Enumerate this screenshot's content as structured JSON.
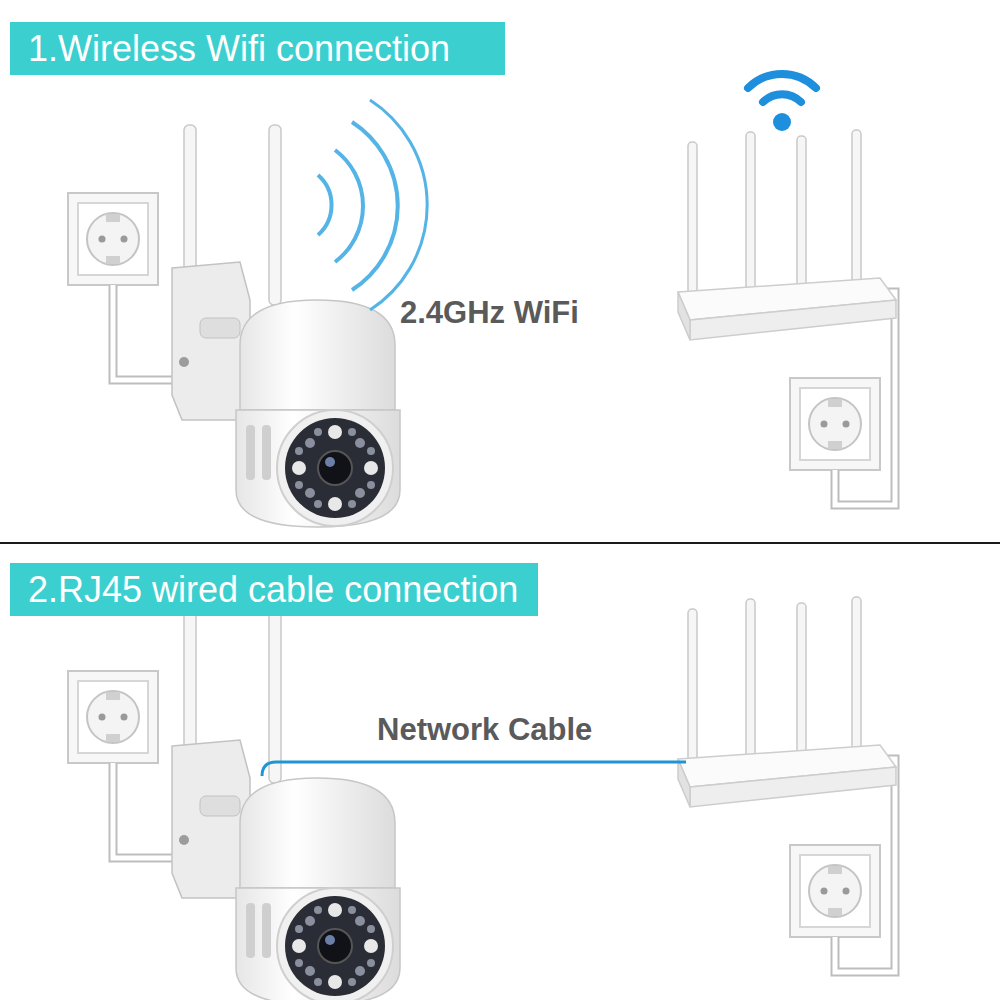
{
  "diagram": {
    "nodes": [
      {
        "text": [
          "1.Wireless Wifi connection"
        ]
      },
      {
        "text": [
          "2.RJ45 wired cable connection"
        ]
      }
    ],
    "labels": [
      "2.4GHz WiFi",
      "Network Cable"
    ]
  }
}
